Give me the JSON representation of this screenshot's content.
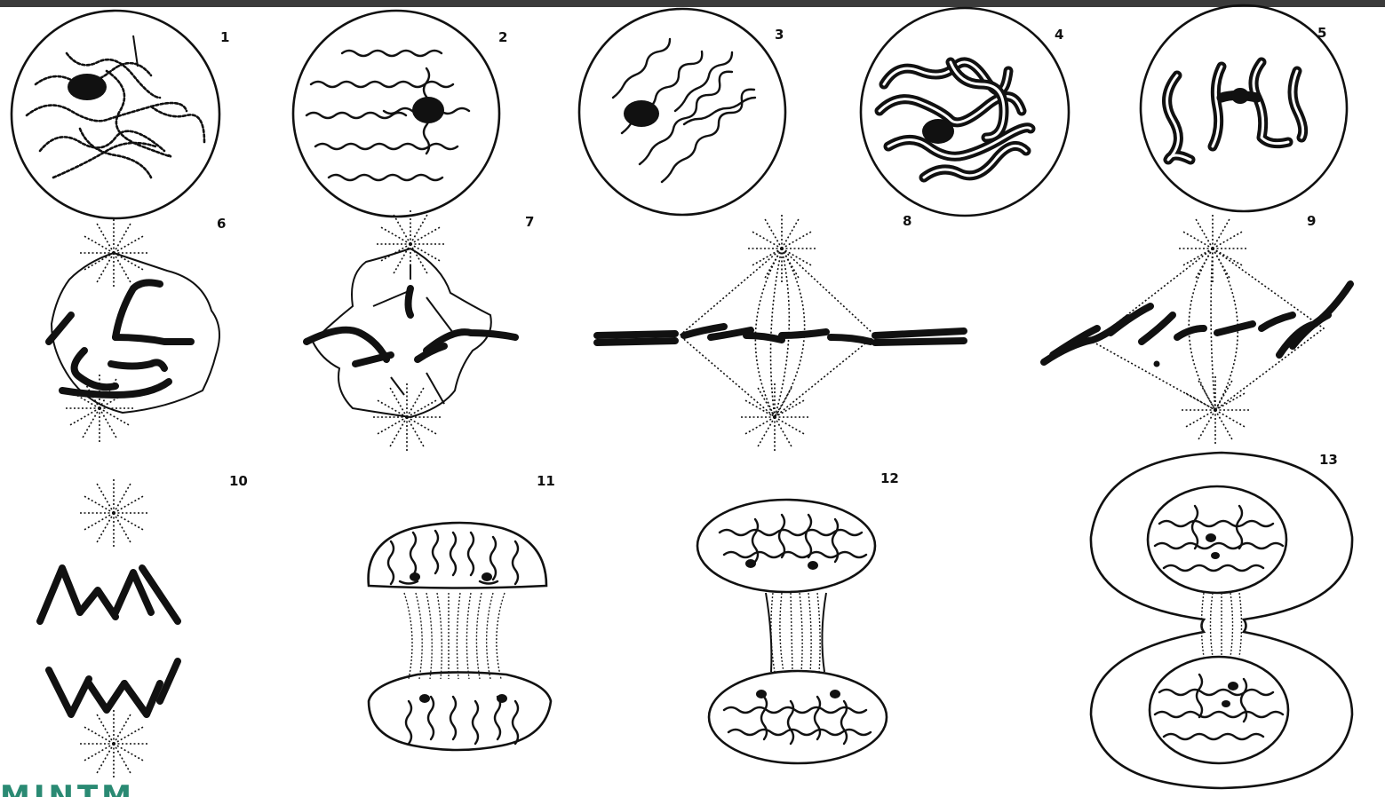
{
  "figure": {
    "stage_labels": [
      "1",
      "2",
      "3",
      "4",
      "5",
      "6",
      "7",
      "8",
      "9",
      "10",
      "11",
      "12",
      "13"
    ]
  },
  "watermark": {
    "text": "MINTM"
  },
  "colors": {
    "ink": "#111111",
    "topbar": "#3b3b3b",
    "watermark": "#2a8a73"
  }
}
